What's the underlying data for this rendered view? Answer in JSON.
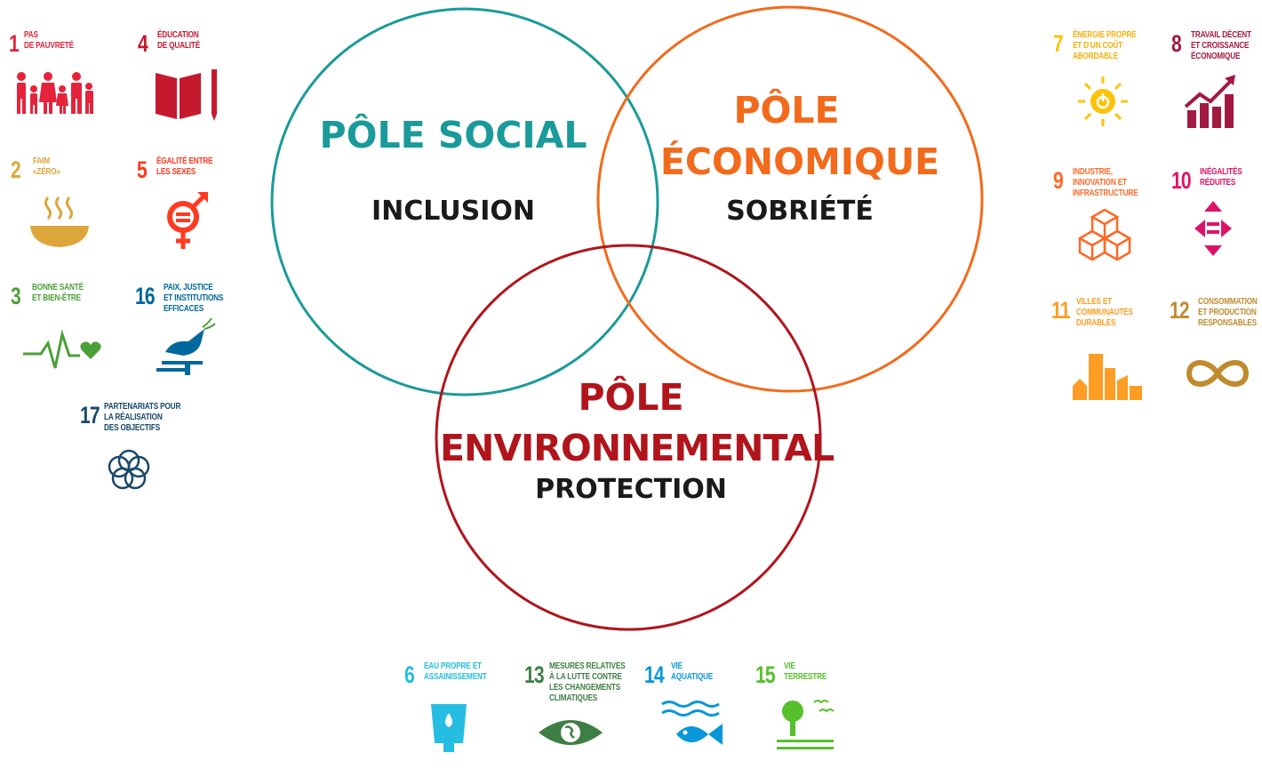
{
  "poles": {
    "social": {
      "title": "PÔLE SOCIAL",
      "subtitle": "INCLUSION",
      "color": "#1a9a9a"
    },
    "economique": {
      "title_line1": "PÔLE",
      "title_line2": "ÉCONOMIQUE",
      "subtitle": "SOBRIÉTÉ",
      "color": "#f26a1b"
    },
    "environnemental": {
      "title_line1": "PÔLE",
      "title_line2": "ENVIRONNEMENTAL",
      "subtitle": "PROTECTION",
      "color": "#b1151c"
    }
  },
  "sdgs": {
    "g1": {
      "num": "1",
      "label": "PAS\nDE PAUVRETÉ",
      "color": "#e5243b",
      "icon": "family-icon"
    },
    "g4": {
      "num": "4",
      "label": "ÉDUCATION\nDE QUALITÉ",
      "color": "#c5192d",
      "icon": "book-pencil-icon"
    },
    "g2": {
      "num": "2",
      "label": "FAIM\n«ZÉRO»",
      "color": "#dda63a",
      "icon": "bowl-icon"
    },
    "g5": {
      "num": "5",
      "label": "ÉGALITÉ ENTRE\nLES SEXES",
      "color": "#ff3a21",
      "icon": "gender-icon"
    },
    "g3": {
      "num": "3",
      "label": "BONNE SANTÉ\nET BIEN-ÊTRE",
      "color": "#4c9f38",
      "icon": "heartbeat-icon"
    },
    "g16": {
      "num": "16",
      "label": "PAIX, JUSTICE\nET INSTITUTIONS\nEFFICACES",
      "color": "#00689d",
      "icon": "dove-gavel-icon"
    },
    "g17": {
      "num": "17",
      "label": "PARTENARIATS POUR\nLA RÉALISATION\nDES OBJECTIFS",
      "color": "#19486a",
      "icon": "flower-rings-icon"
    },
    "g7": {
      "num": "7",
      "label": "ÉNERGIE PROPRE\nET D'UN COÛT\nABORDABLE",
      "color": "#fcc30b",
      "icon": "sun-power-icon"
    },
    "g8": {
      "num": "8",
      "label": "TRAVAIL DÉCENT\nET CROISSANCE\nÉCONOMIQUE",
      "color": "#a21942",
      "icon": "growth-chart-icon"
    },
    "g9": {
      "num": "9",
      "label": "INDUSTRIE,\nINNOVATION ET\nINFRASTRUCTURE",
      "color": "#fd6925",
      "icon": "cubes-icon"
    },
    "g10": {
      "num": "10",
      "label": "INÉGALITÉS\nRÉDUITES",
      "color": "#dd1367",
      "icon": "equal-arrows-icon"
    },
    "g11": {
      "num": "11",
      "label": "VILLES ET\nCOMMUNAUTÉS\nDURABLES",
      "color": "#fd9d24",
      "icon": "city-icon"
    },
    "g12": {
      "num": "12",
      "label": "CONSOMMATION\nET PRODUCTION\nRESPONSABLES",
      "color": "#bf8b2e",
      "icon": "infinity-icon"
    },
    "g6": {
      "num": "6",
      "label": "EAU PROPRE ET\nASSAINISSEMENT",
      "color": "#26bde2",
      "icon": "water-glass-icon"
    },
    "g13": {
      "num": "13",
      "label": "MESURES RELATIVES\nÀ LA LUTTE CONTRE\nLES CHANGEMENTS\nCLIMATIQUES",
      "color": "#3f7e44",
      "icon": "earth-eye-icon"
    },
    "g14": {
      "num": "14",
      "label": "VIE\nAQUATIQUE",
      "color": "#0a97d9",
      "icon": "fish-waves-icon"
    },
    "g15": {
      "num": "15",
      "label": "VIE\nTERRESTRE",
      "color": "#56c02b",
      "icon": "tree-birds-icon"
    }
  }
}
